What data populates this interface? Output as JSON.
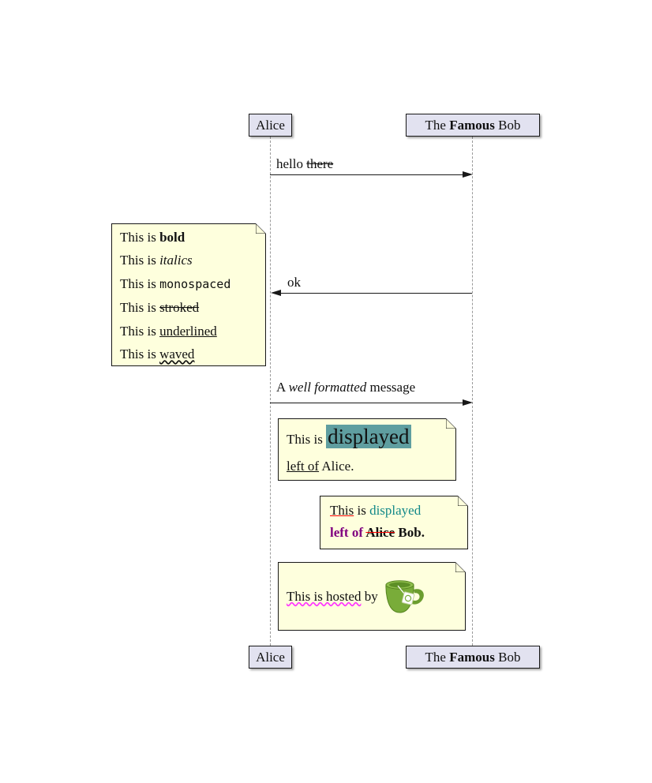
{
  "participants": {
    "alice": {
      "label": "Alice"
    },
    "bob": {
      "pre": "The ",
      "bold": "Famous",
      "post": " Bob"
    }
  },
  "messages": {
    "m1": {
      "pre": "hello ",
      "struck": "there"
    },
    "m2": {
      "label": "ok"
    },
    "m3": {
      "pre": "A ",
      "italic": "well formatted",
      "post": " message"
    }
  },
  "notes": {
    "creole": {
      "l1_pre": "This is ",
      "l1_seg": "bold",
      "l2_pre": "This is ",
      "l2_seg": "italics",
      "l3_pre": "This is ",
      "l3_seg": "monospaced",
      "l4_pre": "This is ",
      "l4_seg": "stroked",
      "l5_pre": "This is ",
      "l5_seg": "underlined",
      "l6_pre": "This is ",
      "l6_seg": "waved"
    },
    "right_of_alice": {
      "l1_pre": "This is ",
      "l1_big": "displayed",
      "l2_underlined": "left of",
      "l2_post": " Alice."
    },
    "left_of_bob": {
      "l1_underlined": "This",
      "l1_mid": " is ",
      "l1_colored": "displayed",
      "l2_purple": "left of ",
      "l2_struck": "Alice",
      "l2_post": " Bob."
    },
    "hosted": {
      "wavy": "This is hosted",
      "post": " by",
      "icon": "teacup"
    }
  },
  "colors": {
    "participant_fill": "#E2E2F0",
    "note_fill": "#FEFFDD",
    "border": "#181818",
    "lifeline": "#9A9A9A",
    "highlight_bg": "#5F9EA0",
    "teal_text": "#118888",
    "purple_text": "#800080",
    "wavy_pink": "#FF33FF",
    "red_accent": "#FF0000",
    "cup_green": "#79AC39"
  }
}
